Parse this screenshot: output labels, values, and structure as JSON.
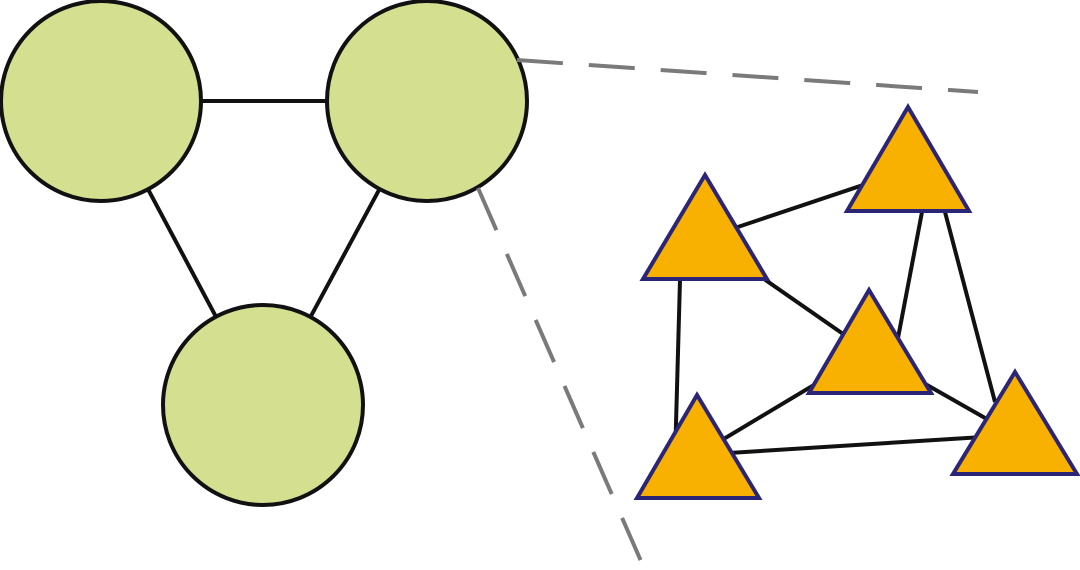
{
  "colors": {
    "background": "#ffffff",
    "circle_fill": "#d4df90",
    "circle_stroke": "#111111",
    "triangle_fill": "#f8b100",
    "triangle_stroke": "#2b2577",
    "edge_stroke": "#111111",
    "zoom_dash_stroke": "#7a7a7a"
  },
  "diagram": {
    "left_graph": {
      "node_shape": "circle",
      "nodes": [
        "c1",
        "c2",
        "c3"
      ],
      "edges": [
        [
          "c1",
          "c2"
        ],
        [
          "c1",
          "c3"
        ],
        [
          "c2",
          "c3"
        ]
      ]
    },
    "right_graph": {
      "node_shape": "triangle",
      "nodes": [
        "t1",
        "t2",
        "t3",
        "t4",
        "t5",
        "t6"
      ],
      "edges": [
        [
          "t1",
          "t2"
        ],
        [
          "t1",
          "t3"
        ],
        [
          "t1",
          "t5"
        ],
        [
          "t2",
          "t3"
        ],
        [
          "t2",
          "t6"
        ],
        [
          "t3",
          "t5"
        ],
        [
          "t3",
          "t6"
        ],
        [
          "t5",
          "t6"
        ]
      ]
    },
    "zoom_from_node": "c2"
  }
}
